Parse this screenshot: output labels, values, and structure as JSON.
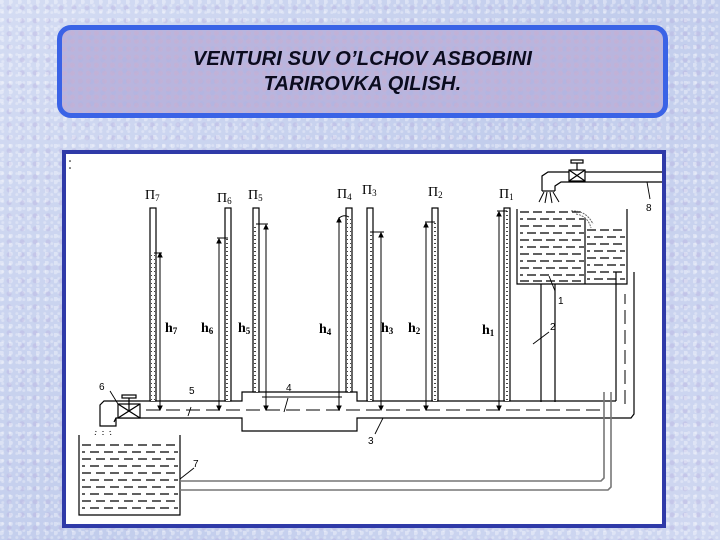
{
  "slide": {
    "title_line1": "VENTURI SUV O’LCHOV ASBOBINI",
    "title_line2": "TARIROVKA QILISH.",
    "colors": {
      "title_border": "#3a63e6",
      "title_fill": "#b9b5de",
      "frame_border": "#2f3aa8",
      "background": "#c9d3ee"
    }
  },
  "diagram": {
    "piezometers": [
      {
        "id": "p7",
        "label": "Π",
        "sub": "7",
        "h_label": "h",
        "h_sub": "7"
      },
      {
        "id": "p6",
        "label": "Π",
        "sub": "6",
        "h_label": "h",
        "h_sub": "6"
      },
      {
        "id": "p5",
        "label": "Π",
        "sub": "5",
        "h_label": "h",
        "h_sub": "5"
      },
      {
        "id": "p4",
        "label": "Π",
        "sub": "4",
        "h_label": "h",
        "h_sub": "4"
      },
      {
        "id": "p3",
        "label": "Π",
        "sub": "3",
        "h_label": "h",
        "h_sub": "3"
      },
      {
        "id": "p2",
        "label": "Π",
        "sub": "2",
        "h_label": "h",
        "h_sub": "2"
      },
      {
        "id": "p1",
        "label": "Π",
        "sub": "1",
        "h_label": "h",
        "h_sub": "1"
      }
    ],
    "callouts": {
      "n1": "1",
      "n2": "2",
      "n3": "3",
      "n4": "4",
      "n5": "5",
      "n6": "6",
      "n7": "7",
      "n8": "8"
    }
  }
}
